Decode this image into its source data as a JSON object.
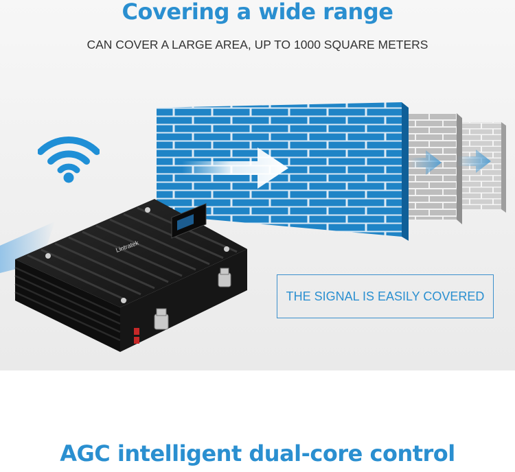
{
  "header": {
    "title": "Covering a wide range",
    "subtitle": "CAN COVER A LARGE AREA, UP TO 1000 SQUARE METERS"
  },
  "illustration": {
    "icons": [
      "wifi-icon",
      "brick-wall-icon",
      "arrow-right-icon",
      "signal-booster-device"
    ],
    "device_logo": "Lintratek"
  },
  "callout": {
    "text": "THE SIGNAL IS EASILY COVERED"
  },
  "section2": {
    "title": "AGC intelligent dual-core control"
  },
  "colors": {
    "accent": "#2a8fd0",
    "wall_blue": "#1f84c6",
    "wall_grey": "#bdbdbd",
    "device": "#1b1b1b"
  }
}
